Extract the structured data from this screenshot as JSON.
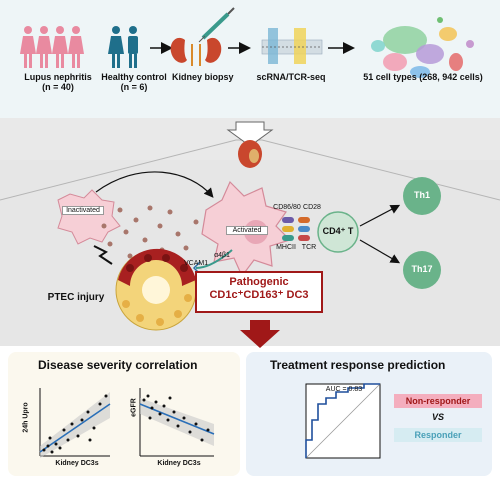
{
  "top": {
    "cohort1_label": "Lupus nephritis",
    "cohort1_n": "(n = 40)",
    "cohort2_label": "Healthy control",
    "cohort2_n": "(n = 6)",
    "biopsy_label": "Kidney biopsy",
    "seq_label": "scRNA/TCR-seq",
    "result_label": "51 cell types (268, 942 cells)"
  },
  "mechanism": {
    "inactivated_label": "Inactivated",
    "activated_label": "Activated",
    "cd86_label": "CD86/80",
    "cd28_label": "CD28",
    "mhcii_label": "MHCII",
    "tcr_label": "TCR",
    "cd4_label": "CD4⁺ T",
    "th1_label": "Th1",
    "th17_label": "Th17",
    "a4b1_label": "α4β1",
    "vcam1_label": "VCAM1",
    "ptec_label": "PTEC injury",
    "pathogenic_line1": "Pathogenic",
    "pathogenic_line2": "CD1c⁺CD163⁺ DC3"
  },
  "severity": {
    "title": "Disease severity correlation",
    "plot1_ylabel": "24h Upro",
    "plot1_xlabel": "Kidney DC3s",
    "plot2_ylabel": "eGFR",
    "plot2_xlabel": "Kidney DC3s"
  },
  "response": {
    "title": "Treatment response prediction",
    "auc_label": "AUC = 0.83",
    "nonresponder_label": "Non-responder",
    "vs_label": "VS",
    "responder_label": "Responder"
  },
  "colors": {
    "women": "#e98aa0",
    "men": "#1f6f8b",
    "dark_red": "#a01818",
    "green": "#6ab38a",
    "dc_pink": "#f6cfd6",
    "roc_blue": "#1f4f9c",
    "nonresponder_bg": "#f4aebe",
    "responder_bg": "#d6ecf2"
  }
}
